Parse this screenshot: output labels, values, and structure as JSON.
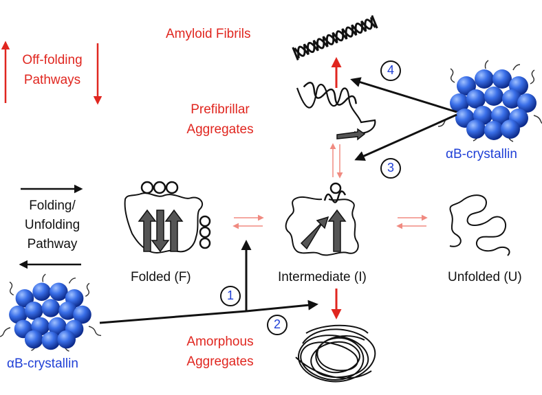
{
  "labels": {
    "off_folding": "Off-folding Pathways",
    "off_folding_l1": "Off-folding",
    "off_folding_l2": "Pathways",
    "folding_l1": "Folding/",
    "folding_l2": "Unfolding",
    "folding_l3": "Pathway",
    "amyloid": "Amyloid Fibrils",
    "prefibrillar_l1": "Prefibrillar",
    "prefibrillar_l2": "Aggregates",
    "amorphous_l1": "Amorphous",
    "amorphous_l2": "Aggregates",
    "folded": "Folded (F)",
    "intermediate": "Intermediate (I)",
    "unfolded": "Unfolded (U)",
    "chaperone_top": "αB-crystallin",
    "chaperone_bottom": "αB-crystallin"
  },
  "steps": [
    "1",
    "2",
    "3",
    "4"
  ],
  "colors": {
    "off_pathway": "#e0261f",
    "on_pathway": "#111111",
    "chaperone": "#1f3fd6",
    "protein": "#555555"
  },
  "icons": [
    "amyloid-fibril-icon",
    "prefibrillar-aggregate-icon",
    "folded-protein-icon",
    "intermediate-protein-icon",
    "unfolded-protein-icon",
    "amorphous-aggregate-icon",
    "alpha-b-crystallin-oligomer-icon"
  ]
}
